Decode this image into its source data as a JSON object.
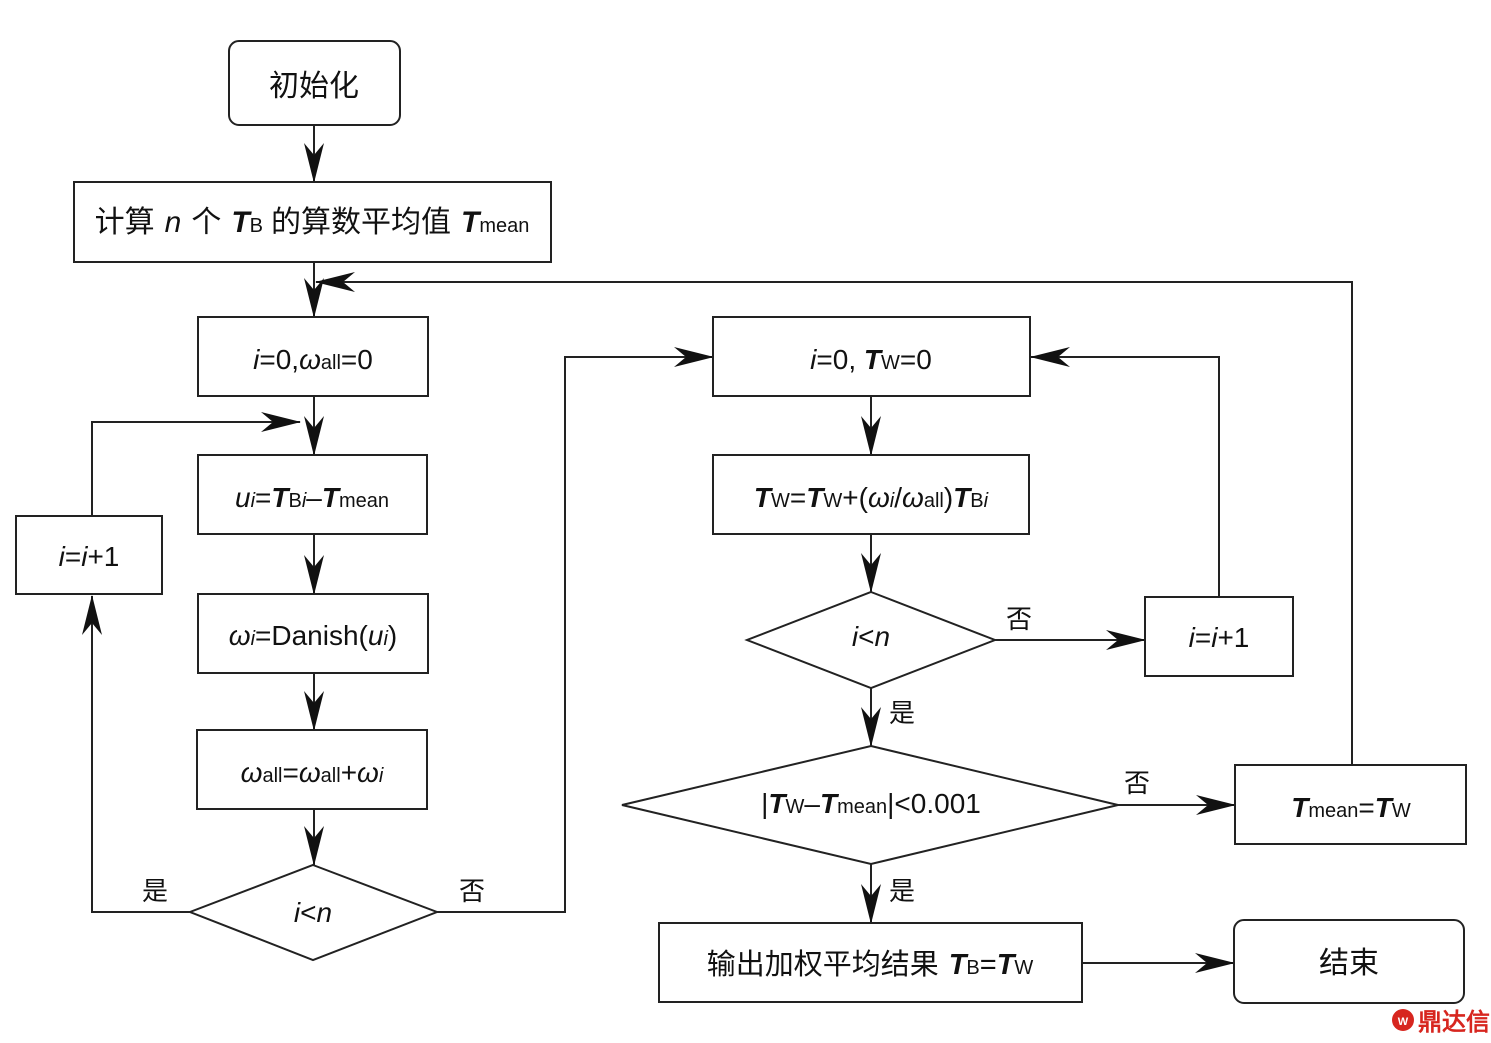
{
  "nodes": {
    "init": "初始化",
    "mean_prefix": "计算",
    "mean_n": "n",
    "mean_ge": "个",
    "mean_T": "T",
    "mean_sub": "B",
    "mean_text": "的算数平均值",
    "mean_T2": "T",
    "mean_sub2": "mean",
    "init_i": "i",
    "init_i_rest": "=0,",
    "init_omega": "ω",
    "init_omega_sub": "all",
    "init_omega_rest": "=0",
    "u_u": "u",
    "u_sub_i": "i",
    "u_eq": "=",
    "u_T": "T",
    "u_sub_B": "B",
    "u_sub_i2": "i",
    "u_minus": "–",
    "u_T2": "T",
    "u_sub_mean": "mean",
    "w_omega": "ω",
    "w_sub_i": "i",
    "w_rest": "=Danish(",
    "w_u": "u",
    "w_u_sub": "i",
    "w_close": ")",
    "wall_omega": "ω",
    "wall_sub": "all",
    "wall_eq": "=",
    "wall_omega2": "ω",
    "wall_sub2": "all",
    "wall_plus": "+",
    "wall_omega3": "ω",
    "wall_sub3": "i",
    "inc_left_i": "i",
    "inc_left_eq": "=",
    "inc_left_i2": "i",
    "inc_left_rest": "+1",
    "cond_left_i": "i",
    "cond_left_lt": "<",
    "cond_left_n": "n",
    "tw_i": "i",
    "tw_rest1": "=0, ",
    "tw_T": "T",
    "tw_sub": "W",
    "tw_rest2": "=0",
    "sum_T": "T",
    "sum_sub_W": "W",
    "sum_eq": "=",
    "sum_T2": "T",
    "sum_sub_W2": "W",
    "sum_plus": "+(",
    "sum_omega": "ω",
    "sum_sub_i": "i",
    "sum_slash": "/",
    "sum_omega2": "ω",
    "sum_sub_all": "all",
    "sum_close": ")",
    "sum_T3": "T",
    "sum_sub_B": "B",
    "sum_sub_i2": "i",
    "cond_right_i": "i",
    "cond_right_lt": "<",
    "cond_right_n": "n",
    "inc_right_i": "i",
    "inc_right_eq": "=",
    "inc_right_i2": "i",
    "inc_right_rest": "+1",
    "conv_bar": "|",
    "conv_T": "T",
    "conv_sub_W": "W",
    "conv_minus": "–",
    "conv_T2": "T",
    "conv_sub_mean": "mean",
    "conv_rest": "|<0.001",
    "upd_T": "T",
    "upd_sub_mean": "mean",
    "upd_eq": "=",
    "upd_T2": "T",
    "upd_sub_W": "W",
    "out_text": "输出加权平均结果",
    "out_T": "T",
    "out_sub_B": "B",
    "out_eq": "=",
    "out_T2": "T",
    "out_sub_W": "W",
    "end": "结束"
  },
  "labels": {
    "yes": "是",
    "no": "否"
  },
  "watermark": "鼎达信"
}
